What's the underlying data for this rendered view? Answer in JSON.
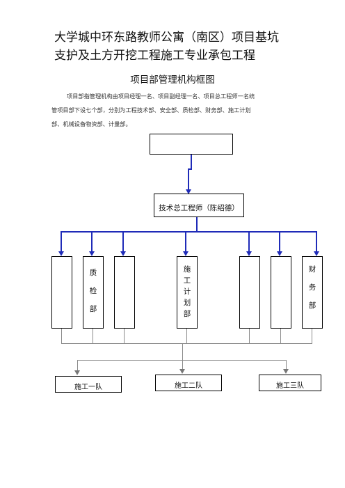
{
  "document": {
    "title_line1": "大学城中环东路教师公寓（南区）项目基坑",
    "title_line2": "支护及土方开挖工程施工专业承包工程",
    "subtitle": "项目部管理机构框图",
    "paragraph_lines": [
      "项目部指管理机构由项目经理一名、项目副经理一名、项目总工程师一名统",
      "管项目部下设七个部，分别为工程技术部、安全部、质检部、财务部、施工计划",
      "部、机械设备物资部、计量部。"
    ]
  },
  "org_chart": {
    "top_box": "",
    "chief_engineer": "技术总工程师（陈绍德）",
    "departments": [
      {
        "label": ""
      },
      {
        "label": "质\n检\n部"
      },
      {
        "label": ""
      },
      {
        "label": "施\n工\n计\n划\n部"
      },
      {
        "label": ""
      },
      {
        "label": ""
      },
      {
        "label": "财\n务\n部"
      }
    ],
    "teams": [
      "施工一队",
      "施工二队",
      "施工三队"
    ]
  }
}
